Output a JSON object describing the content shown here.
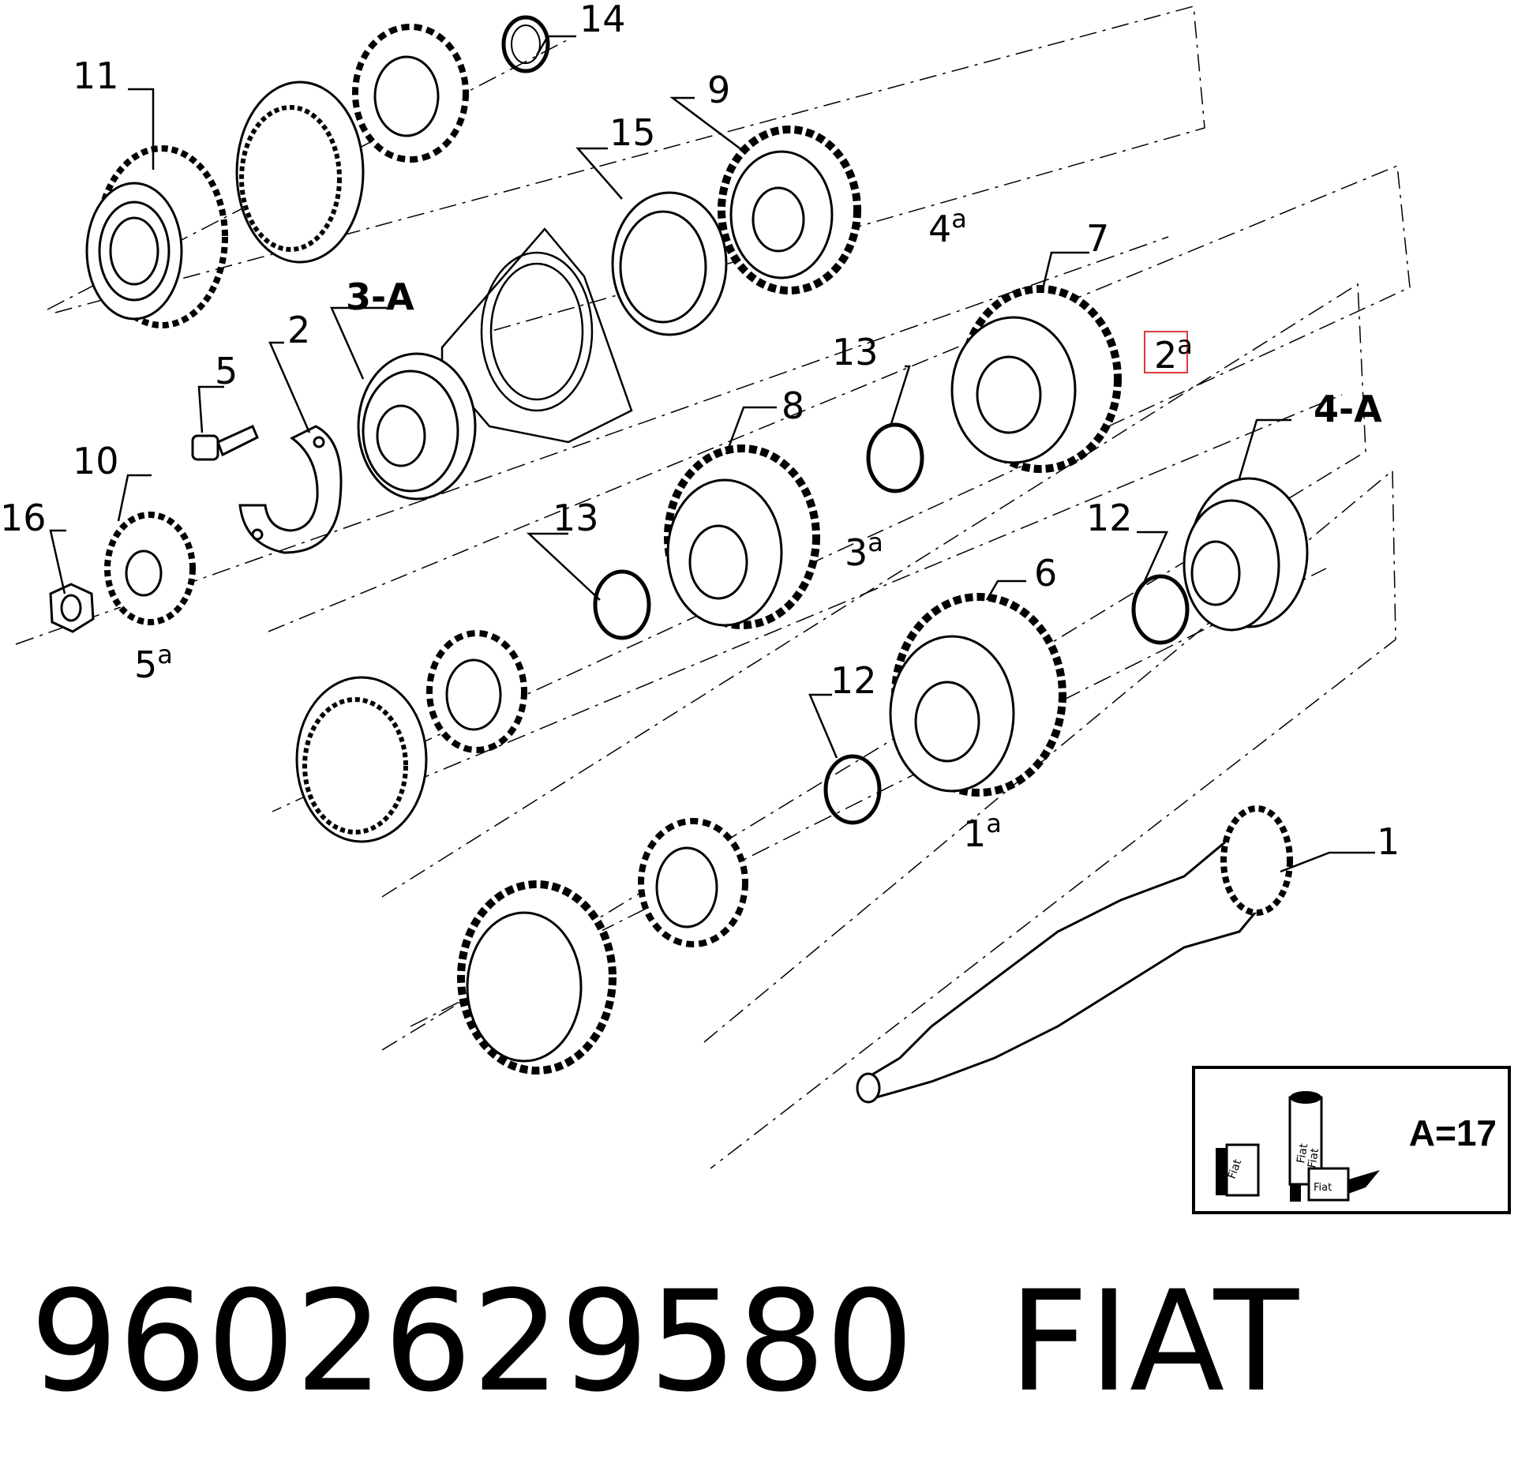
{
  "diagram": {
    "callouts": {
      "c1": "1",
      "c2": "2",
      "c3A": "3-A",
      "c4A": "4-A",
      "c5": "5",
      "c6": "6",
      "c7": "7",
      "c8": "8",
      "c9": "9",
      "c10": "10",
      "c11": "11",
      "c12a": "12",
      "c12b": "12",
      "c13a": "13",
      "c13b": "13",
      "c14": "14",
      "c15": "15",
      "c16": "16"
    },
    "gears": {
      "g1": "1",
      "g2": "2",
      "g3": "3",
      "g4": "4",
      "g5": "5",
      "suffix": "a"
    },
    "highlight_color": "#e03a3a"
  },
  "kit": {
    "label": "A=17",
    "cans": [
      "Fiat",
      "Fiat",
      "Fiat",
      "Fiat"
    ]
  },
  "footer": {
    "part_number": "9602629580",
    "brand": "FIAT"
  }
}
